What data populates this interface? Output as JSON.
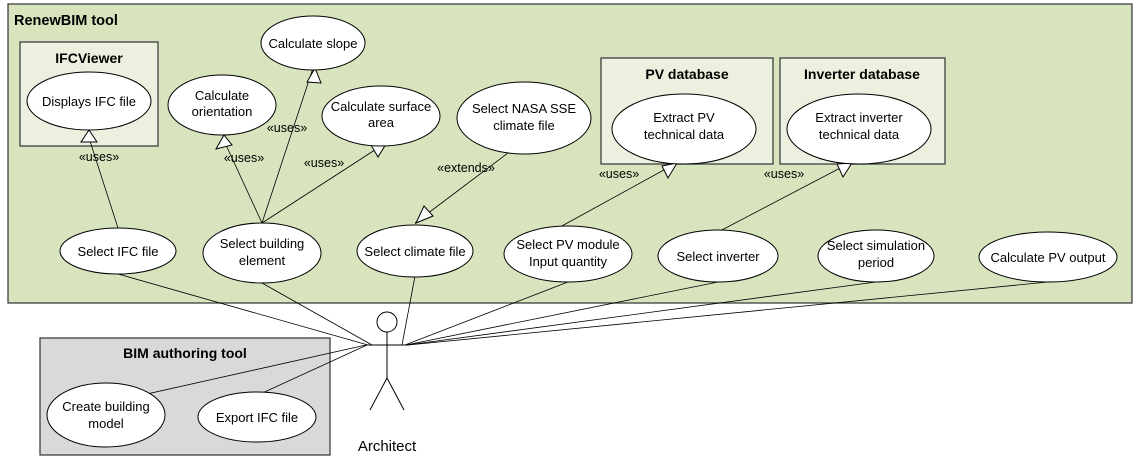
{
  "systems": {
    "renewbim": "RenewBIM tool",
    "ifcviewer": "IFCViewer",
    "pv_database": "PV database",
    "inverter_database": "Inverter database",
    "bim_authoring": "BIM authoring tool"
  },
  "use_cases": {
    "displays_ifc": "Displays IFC file",
    "calc_slope": "Calculate slope",
    "calc_orientation_1": "Calculate",
    "calc_orientation_2": "orientation",
    "calc_area_1": "Calculate surface",
    "calc_area_2": "area",
    "select_nasa_1": "Select NASA SSE",
    "select_nasa_2": "climate file",
    "extract_pv_1": "Extract PV",
    "extract_pv_2": "technical data",
    "extract_inv_1": "Extract inverter",
    "extract_inv_2": "technical data",
    "select_ifc": "Select IFC file",
    "select_building_1": "Select building",
    "select_building_2": "element",
    "select_climate": "Select climate file",
    "select_pv_1": "Select PV module",
    "select_pv_2": "Input quantity",
    "select_inverter": "Select inverter",
    "select_period_1": "Select simulation",
    "select_period_2": "period",
    "calc_pv_output": "Calculate PV output",
    "create_model_1": "Create building",
    "create_model_2": "model",
    "export_ifc": "Export IFC file"
  },
  "stereotypes": {
    "uses_ifc": "«uses»",
    "uses_orientation": "«uses»",
    "uses_slope": "«uses»",
    "uses_area": "«uses»",
    "extends": "«extends»",
    "uses_pv": "«uses»",
    "uses_inverter": "«uses»"
  },
  "actor": {
    "label": "Architect"
  },
  "colors": {
    "renewbim_fill": "#d7e4bd",
    "inner_box_fill": "#ebf1de",
    "bim_tool_fill": "#d9d9d9",
    "use_case_fill": "#ffffff"
  }
}
